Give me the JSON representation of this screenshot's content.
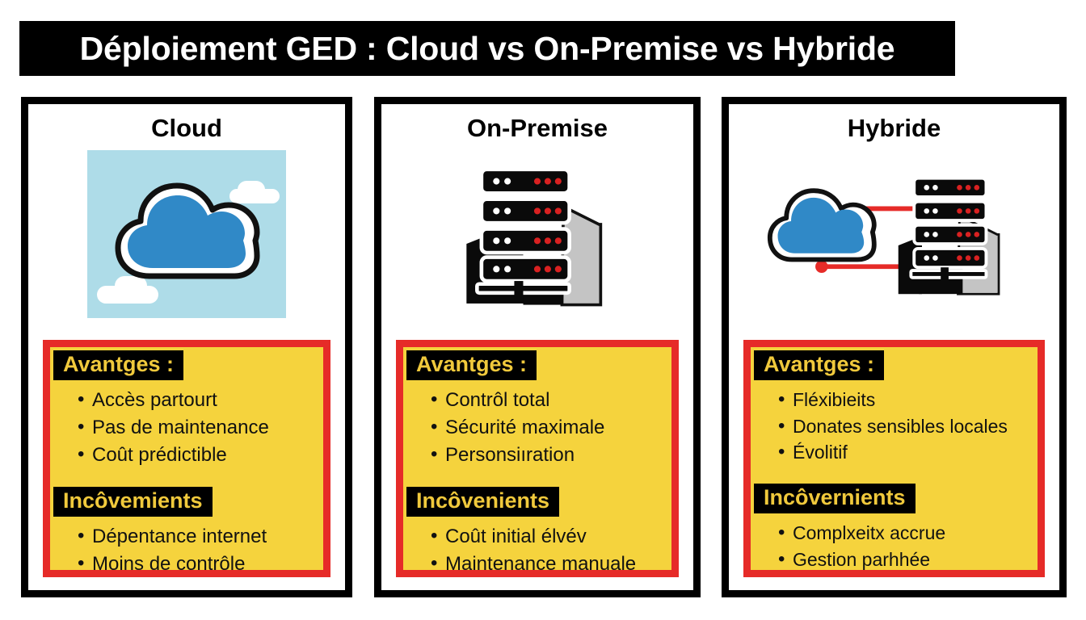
{
  "title": "Déploiement GED : Cloud vs On-Premise vs Hybride",
  "colors": {
    "banner_bg": "#000000",
    "banner_text": "#FFFFFF",
    "card_border": "#000000",
    "panel_fill": "#F5D33D",
    "panel_border": "#E62B28",
    "section_head_bg": "#000000",
    "section_head_text": "#F0C93C",
    "cloud_blue": "#3089C7",
    "sky_blue": "#AEDCE8",
    "server_led_red": "#D92121"
  },
  "cards": [
    {
      "id": "cloud",
      "title": "Cloud",
      "icon": "cloud-icon",
      "advantages_label": "Avantges :",
      "advantages": [
        "Accès partourt",
        "Pas de maintenance",
        "Coût prédictible"
      ],
      "drawbacks_label": "Incôvemients",
      "drawbacks": [
        "Dépentance internet",
        "Moins de contrôle"
      ]
    },
    {
      "id": "onpremise",
      "title": "On-Premise",
      "icon": "server-rack-icon",
      "advantages_label": "Avantges :",
      "advantages": [
        "Contrôl total",
        "Sécurité maximale",
        "Personsiıration"
      ],
      "drawbacks_label": "Incôvenients",
      "drawbacks": [
        "Coût initial élvév",
        "Maintenance manuale"
      ]
    },
    {
      "id": "hybride",
      "title": "Hybride",
      "icon": "hybrid-cloud-server-icon",
      "advantages_label": "Avantges :",
      "advantages": [
        "Fléxibieits",
        "Donates sensibles locales",
        "Évolitif"
      ],
      "drawbacks_label": "Incôvernients",
      "drawbacks": [
        "Complxeitx accrue",
        "Gestion parhhée"
      ]
    }
  ]
}
